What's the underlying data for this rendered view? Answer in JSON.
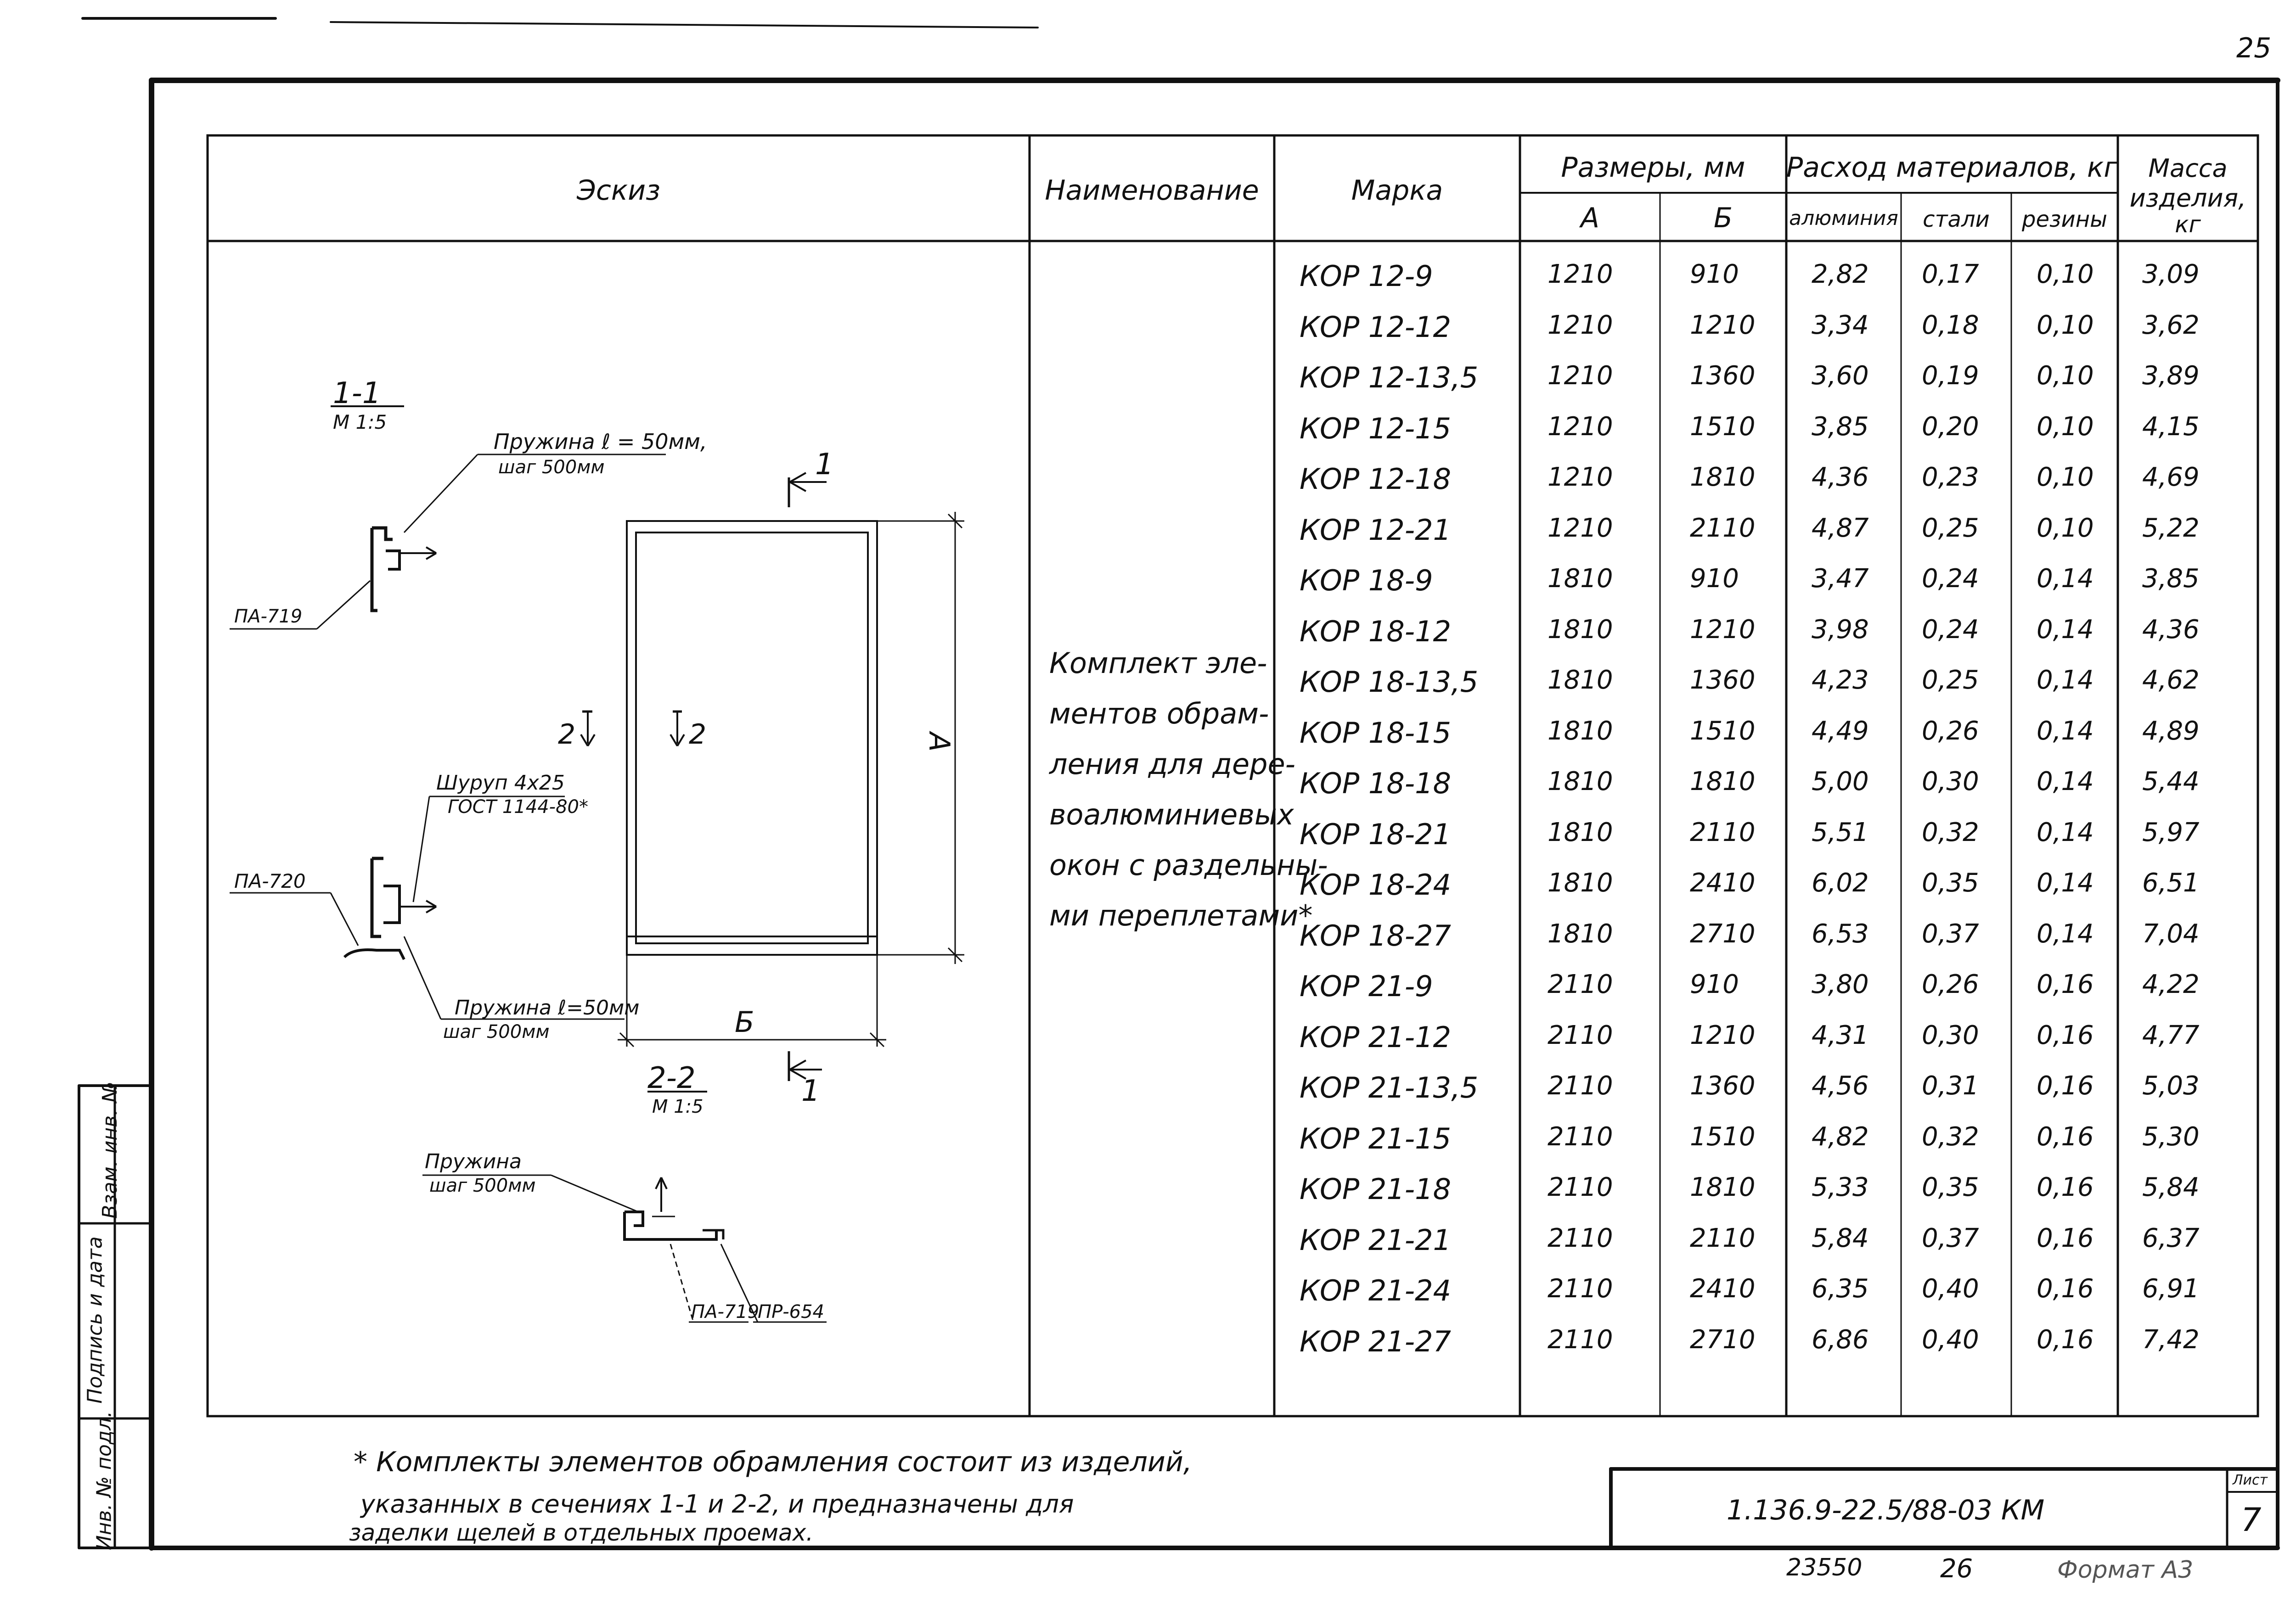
{
  "page_number": "25",
  "headers": {
    "sketch": "Эскиз",
    "name": "Наименование",
    "mark": "Марка",
    "sizes": "Размеры, мм",
    "size_a": "А",
    "size_b": "Б",
    "materials": "Расход материалов, кг",
    "aluminium": "алюминия",
    "steel": "стали",
    "rubber": "резины",
    "mass_line1": "Масса",
    "mass_line2": "изделия,",
    "mass_line3": "кг"
  },
  "name_lines": [
    "Комплект эле-",
    "ментов обрам-",
    "ления для дере-",
    "воалюминиевых",
    "окон с раздельны-",
    "ми переплетами*"
  ],
  "rows": [
    {
      "mark": "КОР 12-9",
      "a": "1210",
      "b": "910",
      "al": "2,82",
      "st": "0,17",
      "rb": "0,10",
      "mass": "3,09"
    },
    {
      "mark": "КОР 12-12",
      "a": "1210",
      "b": "1210",
      "al": "3,34",
      "st": "0,18",
      "rb": "0,10",
      "mass": "3,62"
    },
    {
      "mark": "КОР 12-13,5",
      "a": "1210",
      "b": "1360",
      "al": "3,60",
      "st": "0,19",
      "rb": "0,10",
      "mass": "3,89"
    },
    {
      "mark": "КОР 12-15",
      "a": "1210",
      "b": "1510",
      "al": "3,85",
      "st": "0,20",
      "rb": "0,10",
      "mass": "4,15"
    },
    {
      "mark": "КОР 12-18",
      "a": "1210",
      "b": "1810",
      "al": "4,36",
      "st": "0,23",
      "rb": "0,10",
      "mass": "4,69"
    },
    {
      "mark": "КОР 12-21",
      "a": "1210",
      "b": "2110",
      "al": "4,87",
      "st": "0,25",
      "rb": "0,10",
      "mass": "5,22"
    },
    {
      "mark": "КОР 18-9",
      "a": "1810",
      "b": "910",
      "al": "3,47",
      "st": "0,24",
      "rb": "0,14",
      "mass": "3,85"
    },
    {
      "mark": "КОР 18-12",
      "a": "1810",
      "b": "1210",
      "al": "3,98",
      "st": "0,24",
      "rb": "0,14",
      "mass": "4,36"
    },
    {
      "mark": "КОР 18-13,5",
      "a": "1810",
      "b": "1360",
      "al": "4,23",
      "st": "0,25",
      "rb": "0,14",
      "mass": "4,62"
    },
    {
      "mark": "КОР 18-15",
      "a": "1810",
      "b": "1510",
      "al": "4,49",
      "st": "0,26",
      "rb": "0,14",
      "mass": "4,89"
    },
    {
      "mark": "КОР 18-18",
      "a": "1810",
      "b": "1810",
      "al": "5,00",
      "st": "0,30",
      "rb": "0,14",
      "mass": "5,44"
    },
    {
      "mark": "КОР 18-21",
      "a": "1810",
      "b": "2110",
      "al": "5,51",
      "st": "0,32",
      "rb": "0,14",
      "mass": "5,97"
    },
    {
      "mark": "КОР 18-24",
      "a": "1810",
      "b": "2410",
      "al": "6,02",
      "st": "0,35",
      "rb": "0,14",
      "mass": "6,51"
    },
    {
      "mark": "КОР 18-27",
      "a": "1810",
      "b": "2710",
      "al": "6,53",
      "st": "0,37",
      "rb": "0,14",
      "mass": "7,04"
    },
    {
      "mark": "КОР 21-9",
      "a": "2110",
      "b": "910",
      "al": "3,80",
      "st": "0,26",
      "rb": "0,16",
      "mass": "4,22"
    },
    {
      "mark": "КОР 21-12",
      "a": "2110",
      "b": "1210",
      "al": "4,31",
      "st": "0,30",
      "rb": "0,16",
      "mass": "4,77"
    },
    {
      "mark": "КОР 21-13,5",
      "a": "2110",
      "b": "1360",
      "al": "4,56",
      "st": "0,31",
      "rb": "0,16",
      "mass": "5,03"
    },
    {
      "mark": "КОР 21-15",
      "a": "2110",
      "b": "1510",
      "al": "4,82",
      "st": "0,32",
      "rb": "0,16",
      "mass": "5,30"
    },
    {
      "mark": "КОР 21-18",
      "a": "2110",
      "b": "1810",
      "al": "5,33",
      "st": "0,35",
      "rb": "0,16",
      "mass": "5,84"
    },
    {
      "mark": "КОР 21-21",
      "a": "2110",
      "b": "2110",
      "al": "5,84",
      "st": "0,37",
      "rb": "0,16",
      "mass": "6,37"
    },
    {
      "mark": "КОР 21-24",
      "a": "2110",
      "b": "2410",
      "al": "6,35",
      "st": "0,40",
      "rb": "0,16",
      "mass": "6,91"
    },
    {
      "mark": "КОР 21-27",
      "a": "2110",
      "b": "2710",
      "al": "6,86",
      "st": "0,40",
      "rb": "0,16",
      "mass": "7,42"
    }
  ],
  "sketch": {
    "section1_title": "1-1",
    "section1_scale": "М 1:5",
    "spring1_line1": "Пружина ℓ = 50мм,",
    "spring1_line2": "шаг 500мм",
    "pa719_label": "ПА-719",
    "screw_line1": "Шуруп 4х25",
    "screw_line2": "ГОСТ 1144-80*",
    "pa720_label": "ПА-720",
    "spring2_line1": "Пружина ℓ=50мм",
    "spring2_line2": "шаг 500мм",
    "section2_title": "2-2",
    "section2_scale": "М 1:5",
    "spring3_line1": "Пружина",
    "spring3_line2": "шаг 500мм",
    "pa719_label2": "ПА-719",
    "pr654_label": "ПР-654",
    "dim_a": "А",
    "dim_b": "Б",
    "cut1_top": "1",
    "cut1_bottom": "1",
    "cut2_left": "2",
    "cut2_right": "2"
  },
  "side_stamp": [
    "Взам. инв. №",
    "Подпись и дата",
    "Инв. № подл."
  ],
  "footnote_lines": [
    "* Комплекты элементов обрамления состоит из изделий,",
    "указанных в сечениях 1-1 и 2-2, и предназначены для",
    "заделки щелей в отдельных проемах."
  ],
  "title_block": {
    "code": "1.136.9-22.5/88-03 КМ",
    "sheet_label": "Лист",
    "sheet": "7"
  },
  "bottom": {
    "inv": "23550",
    "num": "26",
    "format": "Формат А3"
  }
}
